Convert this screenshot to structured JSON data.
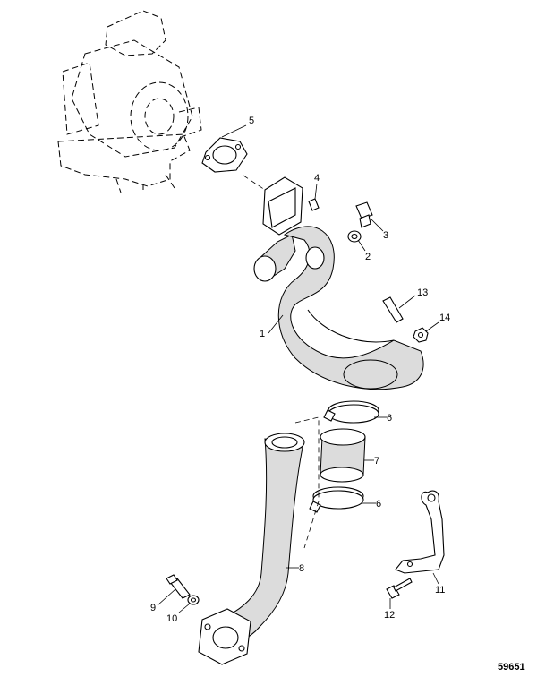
{
  "figure_number": "59651",
  "callouts": [
    {
      "id": "c1",
      "text": "1"
    },
    {
      "id": "c2",
      "text": "2"
    },
    {
      "id": "c3",
      "text": "3"
    },
    {
      "id": "c4",
      "text": "4"
    },
    {
      "id": "c5",
      "text": "5"
    },
    {
      "id": "c6a",
      "text": "6"
    },
    {
      "id": "c6b",
      "text": "6"
    },
    {
      "id": "c7",
      "text": "7"
    },
    {
      "id": "c8",
      "text": "8"
    },
    {
      "id": "c9",
      "text": "9"
    },
    {
      "id": "c10",
      "text": "10"
    },
    {
      "id": "c11",
      "text": "11"
    },
    {
      "id": "c12",
      "text": "12"
    },
    {
      "id": "c13",
      "text": "13"
    },
    {
      "id": "c14",
      "text": "14"
    }
  ]
}
